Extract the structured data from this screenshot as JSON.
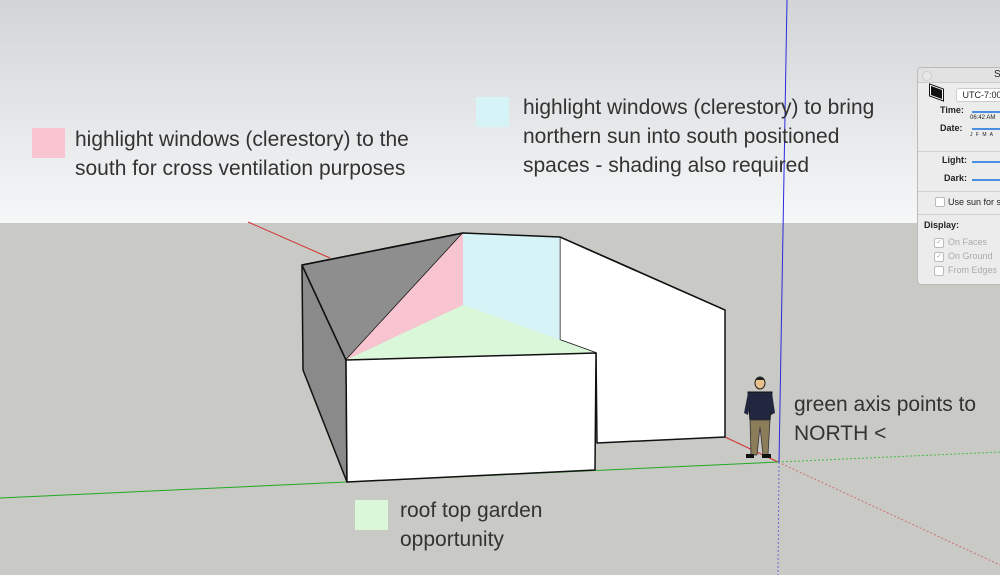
{
  "annotations": {
    "south": {
      "text": "highlight windows (clerestory) to the south for cross ventilation purposes",
      "swatch_color": "#f7c4cf"
    },
    "north": {
      "text": "highlight windows (clerestory) to bring northern sun into south positioned spaces - shading also required",
      "swatch_color": "#d6f4f8"
    },
    "roof": {
      "text": "roof top garden opportunity",
      "swatch_color": "#dbf7da"
    },
    "axis": {
      "text": "green axis points to NORTH <"
    }
  },
  "shadows_panel": {
    "title": "S",
    "timezone": "UTC-7:00",
    "time_label": "Time:",
    "time_value": "06:42 AM",
    "date_label": "Date:",
    "months": "J F M A",
    "light_label": "Light:",
    "dark_label": "Dark:",
    "use_sun_label": "Use sun for s",
    "use_sun_checked": false,
    "display_label": "Display:",
    "display_options": [
      {
        "label": "On Faces",
        "checked": true
      },
      {
        "label": "On Ground",
        "checked": true
      },
      {
        "label": "From Edges",
        "checked": false
      }
    ]
  },
  "colors": {
    "red_axis": "#d03030",
    "green_axis": "#22aa22",
    "blue_axis": "#2a2ae0",
    "ground": "#c9c9c5",
    "dark_face": "#8c8c8c"
  }
}
